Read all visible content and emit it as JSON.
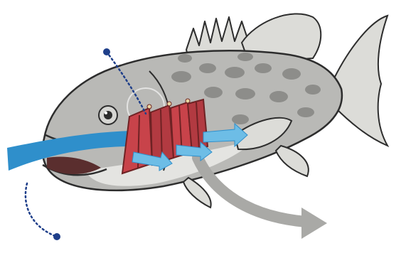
{
  "diagram": {
    "colors": {
      "background": "#ffffff",
      "fish_body": "#b9b9b6",
      "fish_belly": "#e4e4e1",
      "fish_spots": "#8d8d8a",
      "fin": "#dcdcd8",
      "outline": "#2d2d2d",
      "gill_filament": "#c8434a",
      "gill_arch": "#6e2224",
      "water_flow": "#2f8fcb",
      "water_flow_light": "#6dbde6",
      "exhaust_flow": "#a9a9a6",
      "pointer": "#1f3f8a"
    },
    "flows": [
      {
        "id": "water-in",
        "color_key": "water_flow"
      },
      {
        "id": "water-through-gills",
        "color_key": "water_flow_light"
      },
      {
        "id": "water-out",
        "color_key": "exhaust_flow"
      }
    ],
    "pointers": [
      {
        "id": "gill-pointer",
        "style": "dotted",
        "end": "dot"
      },
      {
        "id": "mouth-pointer",
        "style": "dotted",
        "end": "dot"
      }
    ],
    "labels": []
  }
}
